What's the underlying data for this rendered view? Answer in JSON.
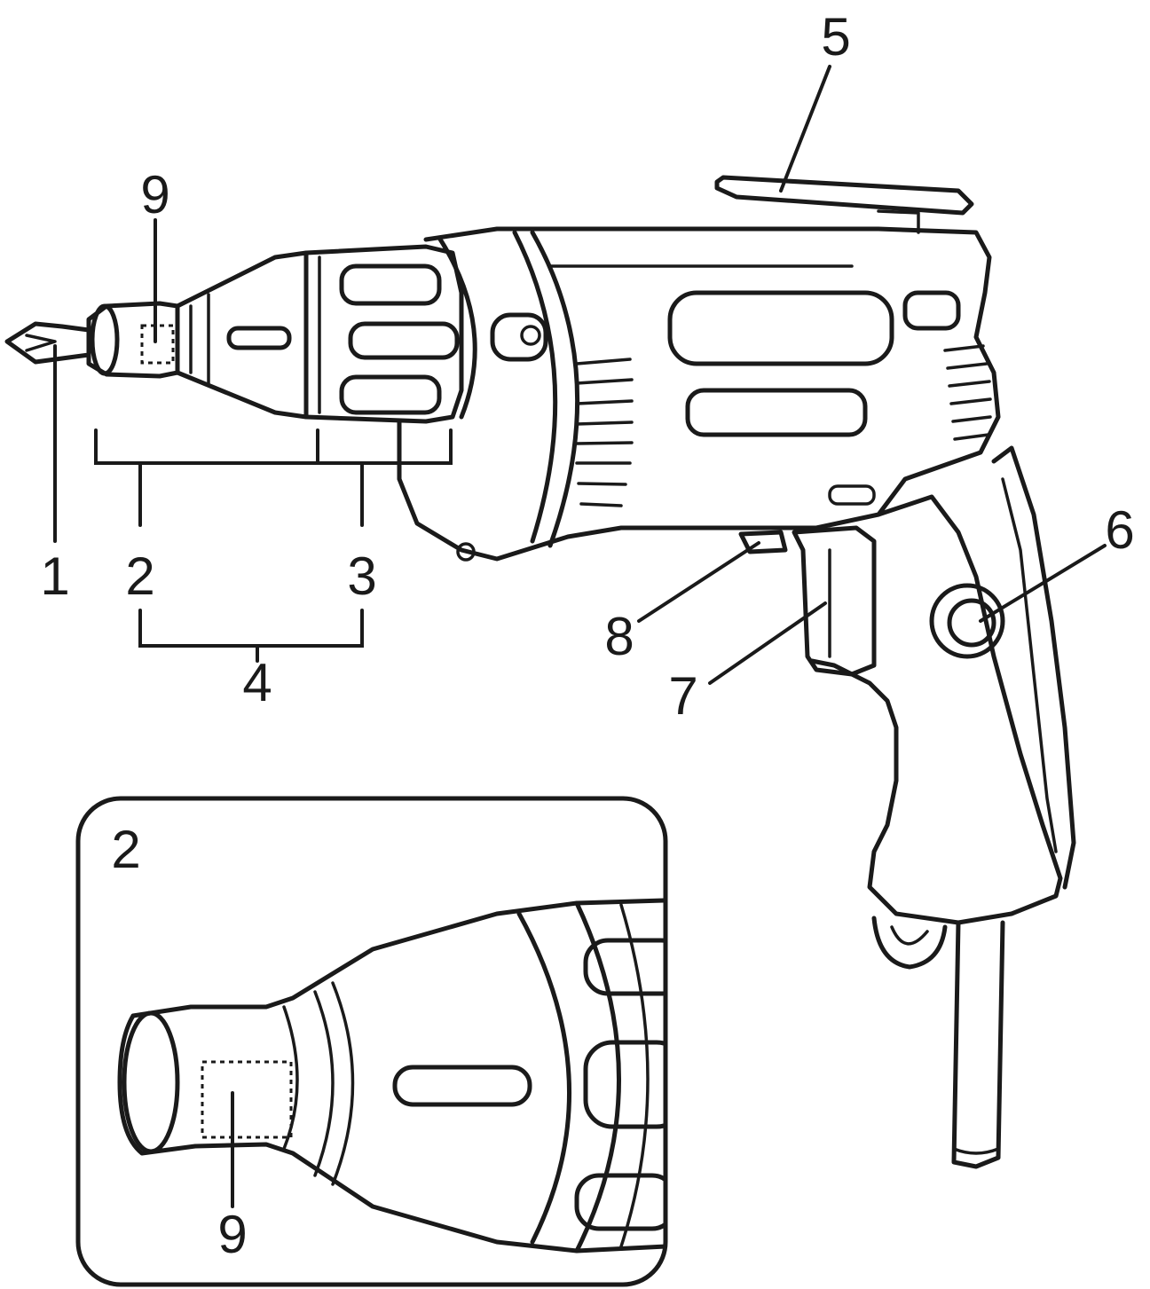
{
  "labels": {
    "bit": "1",
    "nose_cone": "2",
    "depth_locator": "3",
    "front_assembly": "4",
    "belt_hook": "5",
    "reversing_switch": "6",
    "trigger_switch": "7",
    "lock_button": "8",
    "marking_area": "9"
  },
  "inset": {
    "label": "2",
    "marking_label": "9"
  },
  "colors": {
    "line": "#1a1a1a",
    "background": "#ffffff"
  }
}
